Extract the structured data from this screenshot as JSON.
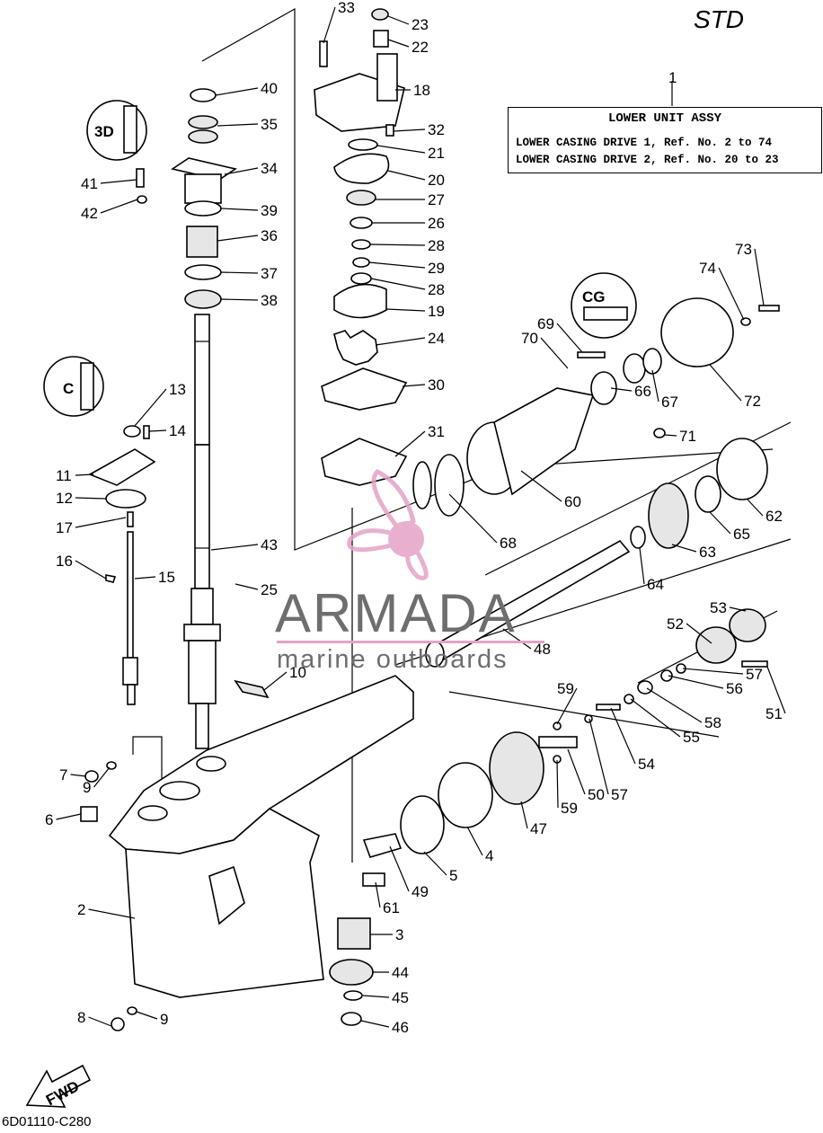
{
  "header": {
    "variant": "STD"
  },
  "assembly": {
    "ref": "1",
    "title": "LOWER UNIT ASSY",
    "lines": [
      "LOWER CASING DRIVE 1, Ref. No. 2 to 74",
      "LOWER CASING DRIVE 2, Ref. No. 20 to 23"
    ]
  },
  "watermark": {
    "name": "ARMADA",
    "tagline": "marine outboards",
    "accent": "#e5a3c6"
  },
  "fwd_label": "FWD",
  "figure_code": "6D01110-C280",
  "callout_codes": {
    "c1": "3D",
    "c2": "C",
    "c3": "CG"
  },
  "parts": [
    {
      "id": "p33",
      "label": "33"
    },
    {
      "id": "p23",
      "label": "23"
    },
    {
      "id": "p22",
      "label": "22"
    },
    {
      "id": "p18",
      "label": "18"
    },
    {
      "id": "p40",
      "label": "40"
    },
    {
      "id": "p35",
      "label": "35"
    },
    {
      "id": "p32",
      "label": "32"
    },
    {
      "id": "p21",
      "label": "21"
    },
    {
      "id": "p34",
      "label": "34"
    },
    {
      "id": "p20",
      "label": "20"
    },
    {
      "id": "p41",
      "label": "41"
    },
    {
      "id": "p27",
      "label": "27"
    },
    {
      "id": "p42",
      "label": "42"
    },
    {
      "id": "p39",
      "label": "39"
    },
    {
      "id": "p26",
      "label": "26"
    },
    {
      "id": "p36",
      "label": "36"
    },
    {
      "id": "p28a",
      "label": "28"
    },
    {
      "id": "p73",
      "label": "73"
    },
    {
      "id": "p29",
      "label": "29"
    },
    {
      "id": "p74",
      "label": "74"
    },
    {
      "id": "p37",
      "label": "37"
    },
    {
      "id": "p28b",
      "label": "28"
    },
    {
      "id": "p38",
      "label": "38"
    },
    {
      "id": "p19",
      "label": "19"
    },
    {
      "id": "p69",
      "label": "69"
    },
    {
      "id": "p70",
      "label": "70"
    },
    {
      "id": "p24",
      "label": "24"
    },
    {
      "id": "p67",
      "label": "67"
    },
    {
      "id": "p72",
      "label": "72"
    },
    {
      "id": "p30",
      "label": "30"
    },
    {
      "id": "p13",
      "label": "13"
    },
    {
      "id": "p66",
      "label": "66"
    },
    {
      "id": "p14",
      "label": "14"
    },
    {
      "id": "p71",
      "label": "71"
    },
    {
      "id": "p31",
      "label": "31"
    },
    {
      "id": "p11",
      "label": "11"
    },
    {
      "id": "p62",
      "label": "62"
    },
    {
      "id": "p60",
      "label": "60"
    },
    {
      "id": "p12",
      "label": "12"
    },
    {
      "id": "p17",
      "label": "17"
    },
    {
      "id": "p65",
      "label": "65"
    },
    {
      "id": "p68",
      "label": "68"
    },
    {
      "id": "p43",
      "label": "43"
    },
    {
      "id": "p63",
      "label": "63"
    },
    {
      "id": "p16",
      "label": "16"
    },
    {
      "id": "p15",
      "label": "15"
    },
    {
      "id": "p25",
      "label": "25"
    },
    {
      "id": "p64",
      "label": "64"
    },
    {
      "id": "p53",
      "label": "53"
    },
    {
      "id": "p52",
      "label": "52"
    },
    {
      "id": "p48",
      "label": "48"
    },
    {
      "id": "p10",
      "label": "10"
    },
    {
      "id": "p57a",
      "label": "57"
    },
    {
      "id": "p56",
      "label": "56"
    },
    {
      "id": "p51",
      "label": "51"
    },
    {
      "id": "p59a",
      "label": "59"
    },
    {
      "id": "p58",
      "label": "58"
    },
    {
      "id": "p55",
      "label": "55"
    },
    {
      "id": "p54",
      "label": "54"
    },
    {
      "id": "p57b",
      "label": "57"
    },
    {
      "id": "p7",
      "label": "7"
    },
    {
      "id": "p9a",
      "label": "9"
    },
    {
      "id": "p50",
      "label": "50"
    },
    {
      "id": "p59b",
      "label": "59"
    },
    {
      "id": "p6",
      "label": "6"
    },
    {
      "id": "p47",
      "label": "47"
    },
    {
      "id": "p4",
      "label": "4"
    },
    {
      "id": "p5",
      "label": "5"
    },
    {
      "id": "p49",
      "label": "49"
    },
    {
      "id": "p2",
      "label": "2"
    },
    {
      "id": "p61",
      "label": "61"
    },
    {
      "id": "p3",
      "label": "3"
    },
    {
      "id": "p44",
      "label": "44"
    },
    {
      "id": "p45",
      "label": "45"
    },
    {
      "id": "p8",
      "label": "8"
    },
    {
      "id": "p9b",
      "label": "9"
    },
    {
      "id": "p46",
      "label": "46"
    }
  ]
}
